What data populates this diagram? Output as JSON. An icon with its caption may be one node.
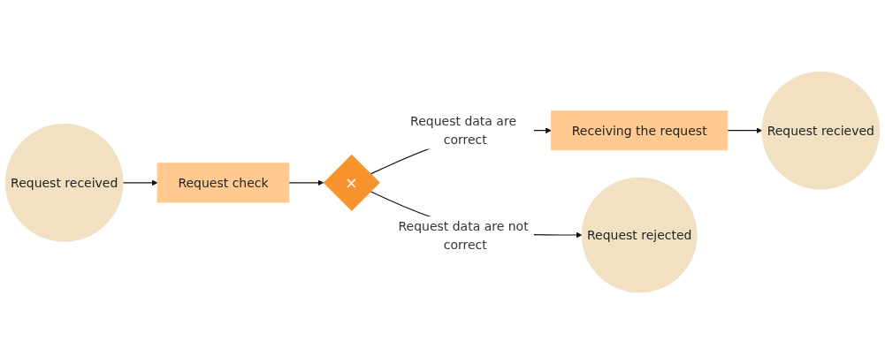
{
  "diagram": {
    "nodes": [
      {
        "text": [
          "Request received"
        ]
      },
      {
        "text": [
          "Request check"
        ]
      },
      {
        "text": [
          "×"
        ]
      },
      {
        "text": [
          "Receiving the request"
        ]
      },
      {
        "text": [
          "Request recieved"
        ]
      },
      {
        "text": [
          "Request rejected"
        ]
      }
    ],
    "edges": [
      {
        "from": 0,
        "to": 1,
        "arrow": "to"
      },
      {
        "from": 1,
        "to": 2,
        "arrow": "to"
      },
      {
        "from": 2,
        "to": 3,
        "arrow": "to",
        "label": "Request data are correct"
      },
      {
        "from": 3,
        "to": 4,
        "arrow": "to"
      },
      {
        "from": 2,
        "to": 5,
        "arrow": "to",
        "label": "Request data are not correct"
      }
    ]
  }
}
